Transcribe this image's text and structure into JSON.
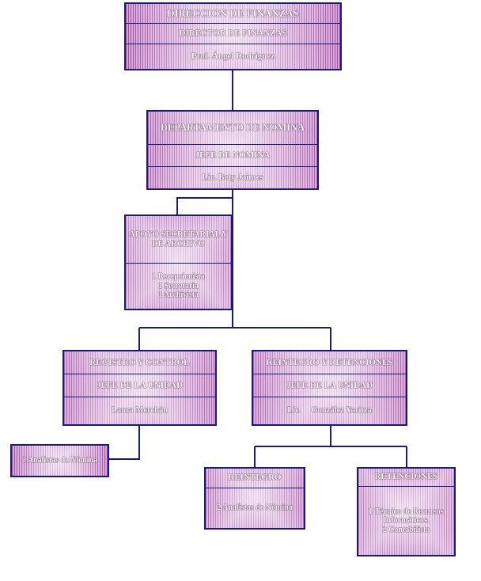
{
  "colors": {
    "box_fill": "#9a2a9c",
    "box_stripe_dark": "#7a0f80",
    "box_stripe_light": "#c983c9",
    "border": "#1a1a7a",
    "connector": "#1a1a7a",
    "text": "#ffffff"
  },
  "direccion": {
    "title": "DIRECCION DE FINANZAS",
    "role": "DIRECTOR DE  FINANZAS",
    "person": "Prof. Ángel Rodríguez"
  },
  "departamento": {
    "title": "DEPARTAMENTO DE NOMINA",
    "role": "JEFE DE NOMINA",
    "person": "Lic. Bety Jaimes"
  },
  "apoyo": {
    "title": "APOYO SECRETARIAL Y DE ARCHIVO",
    "staff": [
      "1 Recepcionista",
      "1 Secretaria",
      "1 Archivista"
    ]
  },
  "registro": {
    "title": "REGISTRO Y CONTROL",
    "role": "JEFE DE LA UNIDAD",
    "person": "Laura Merchán"
  },
  "reintegro_retenciones": {
    "title": "REINTEGRO Y RETENCIONES",
    "role": "JEFE DE LA UNIDAD",
    "person": "Lic.     González Yaritza"
  },
  "analistas_registro": {
    "text": "2 Analistas de Nómina"
  },
  "reintegro": {
    "title": "REINTEGRO",
    "staff": "2 Analistas de Nómina"
  },
  "retenciones": {
    "title": "RETENCIONES",
    "staff": [
      "1 Técnico de Recursos Informáticos.",
      "2 Contabilista"
    ]
  }
}
